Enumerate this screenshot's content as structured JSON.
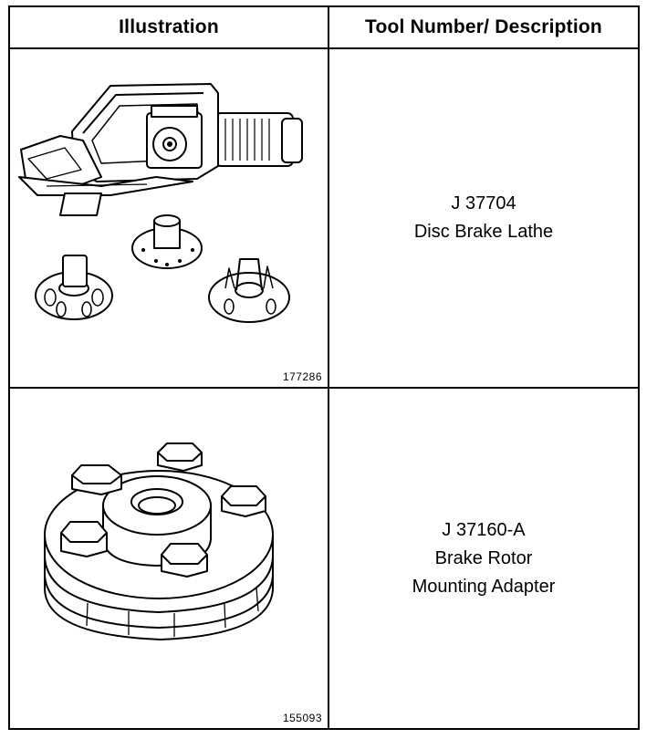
{
  "header": {
    "illustration_label": "Illustration",
    "tool_label": "Tool Number/ Description"
  },
  "rows": [
    {
      "figure_number": "177286",
      "tool_number": "J 37704",
      "description_lines": [
        "Disc Brake Lathe"
      ],
      "illustration_icon": "disc-brake-lathe-drawing"
    },
    {
      "figure_number": "155093",
      "tool_number": "J 37160-A",
      "description_lines": [
        "Brake Rotor",
        "Mounting Adapter"
      ],
      "illustration_icon": "rotor-mounting-adapter-drawing"
    }
  ]
}
